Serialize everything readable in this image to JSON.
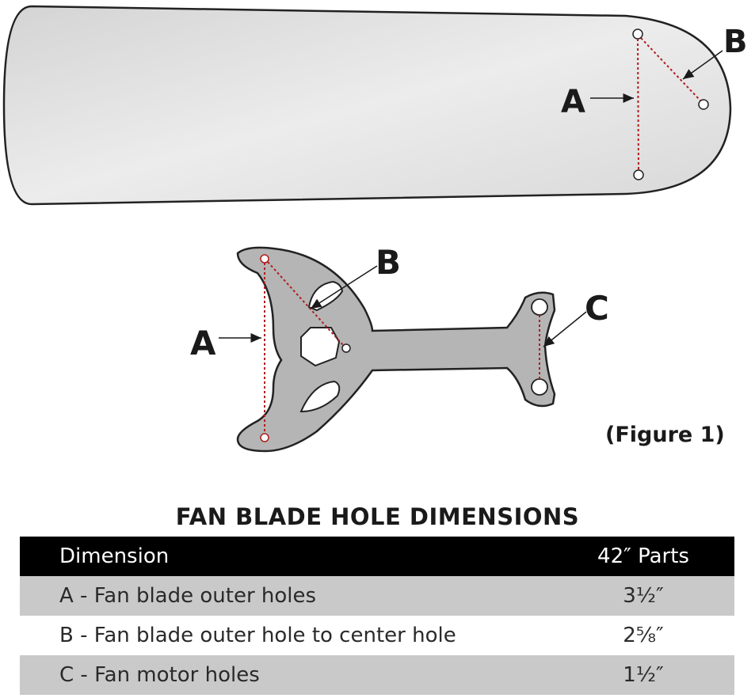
{
  "callouts": {
    "blade_a": "A",
    "blade_b": "B",
    "bracket_a": "A",
    "bracket_b": "B",
    "bracket_c": "C"
  },
  "figure_caption": "(Figure 1)",
  "table": {
    "title": "FAN BLADE HOLE DIMENSIONS",
    "header": {
      "label": "Dimension",
      "value": "42″ Parts"
    },
    "rows": [
      {
        "label": "A - Fan blade outer holes",
        "value": "3½″"
      },
      {
        "label": "B - Fan blade outer hole to center hole",
        "value": "2⅝″"
      },
      {
        "label": "C - Fan motor holes",
        "value": "1½″"
      }
    ]
  },
  "colors": {
    "dimension_line": "#b01e1e",
    "header_bg": "#000000",
    "shaded_row": "#c9c9c9",
    "bracket_fill": "#b5b5b5"
  }
}
